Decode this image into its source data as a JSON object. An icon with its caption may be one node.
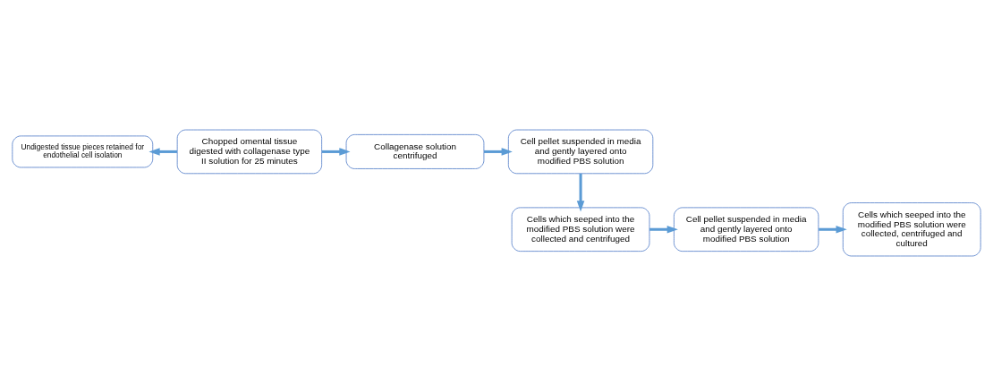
{
  "diagram": {
    "nodes": [
      {
        "text": [
          "Undigested tissue pieces retained for endothelial cell isolation"
        ]
      },
      {
        "text": [
          "Chopped omental tissue digested with collagenase type II solution for 25 minutes"
        ]
      },
      {
        "text": [
          "Collagenase solution centrifuged"
        ]
      },
      {
        "text": [
          "Cell pellet suspended in media and gently layered onto modified PBS solution"
        ]
      },
      {
        "text": [
          "Cells which seeped into the modified PBS solution were collected and centrifuged"
        ]
      },
      {
        "text": [
          "Cell pellet suspended in media and gently layered onto modified PBS solution"
        ]
      },
      {
        "text": [
          "Cells which seeped into the modified PBS solution were collected, centrifuged and cultured"
        ]
      }
    ],
    "edges": [
      {
        "from": 1,
        "to": 0,
        "arrow": "to"
      },
      {
        "from": 1,
        "to": 2,
        "arrow": "to"
      },
      {
        "from": 2,
        "to": 3,
        "arrow": "to"
      },
      {
        "from": 3,
        "to": 4,
        "arrow": "to"
      },
      {
        "from": 4,
        "to": 5,
        "arrow": "to"
      },
      {
        "from": 5,
        "to": 6,
        "arrow": "to"
      }
    ]
  }
}
